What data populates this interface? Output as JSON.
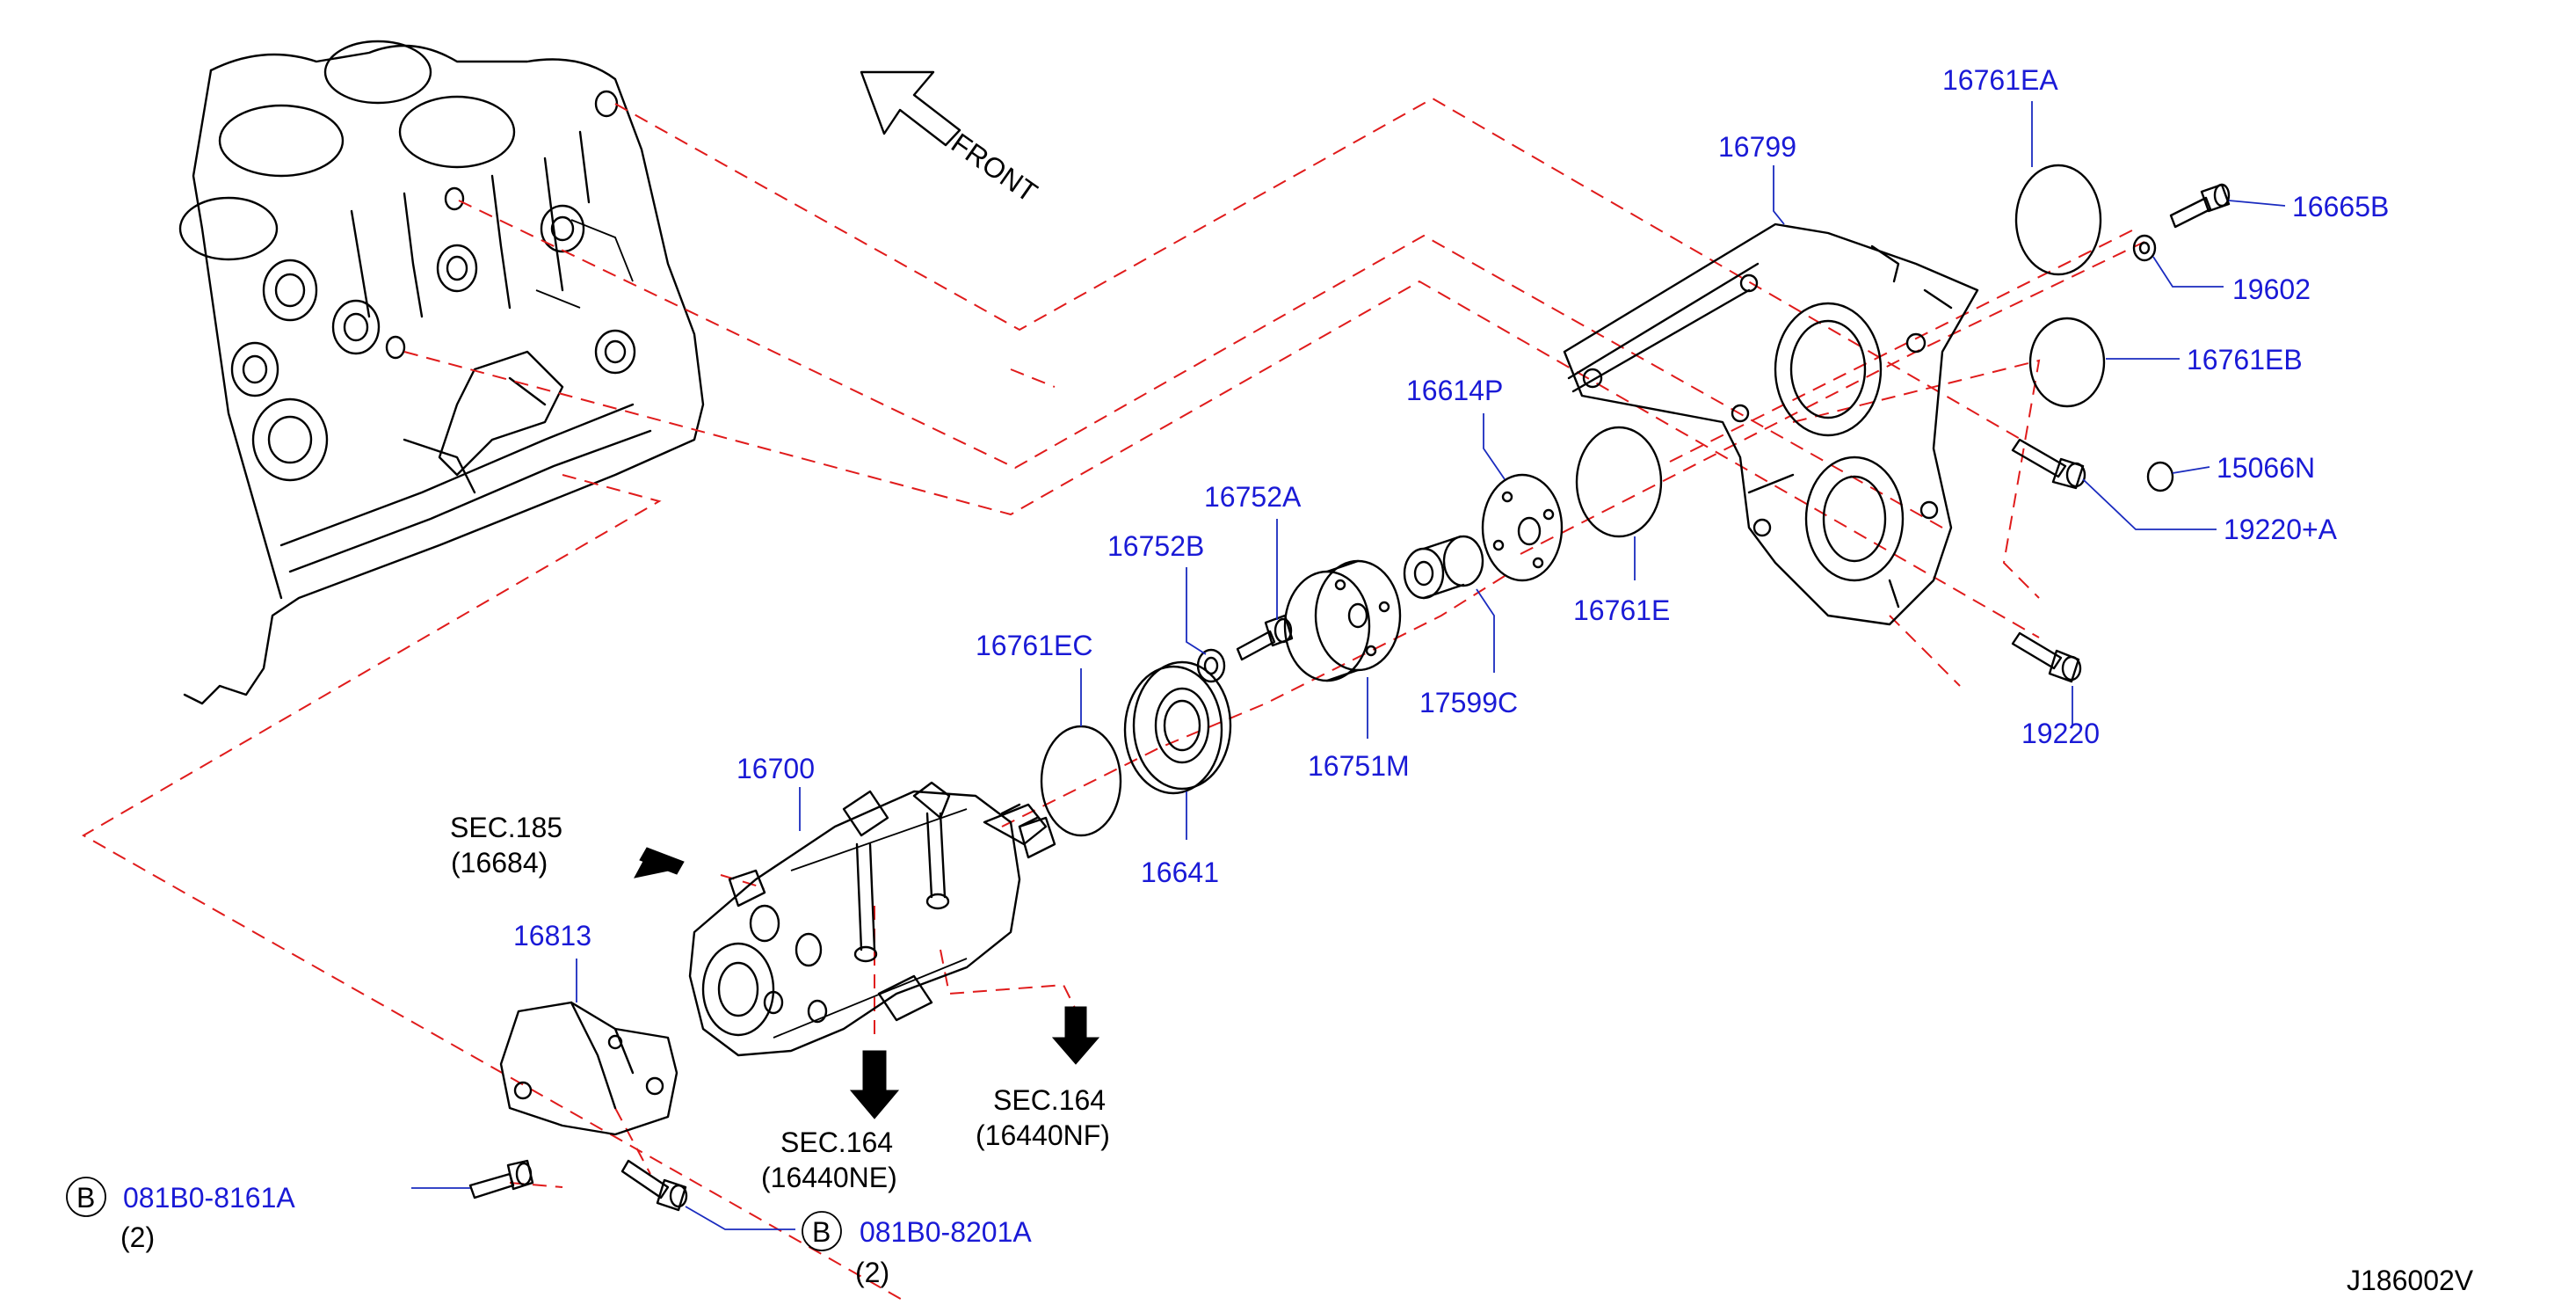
{
  "direction_label": "FRONT",
  "diagram_code": "J186002V",
  "colors": {
    "part_number": "#1a1ad6",
    "leader_line": "#1a2bbf",
    "mating_line": "#e01b1b",
    "drawing": "#000000",
    "reference_text": "#000000"
  },
  "parts": [
    {
      "key": "p16761EA",
      "number": "16761EA"
    },
    {
      "key": "p16799",
      "number": "16799"
    },
    {
      "key": "p16665B",
      "number": "16665B"
    },
    {
      "key": "p19602",
      "number": "19602"
    },
    {
      "key": "p16761EB",
      "number": "16761EB"
    },
    {
      "key": "p15066N",
      "number": "15066N"
    },
    {
      "key": "p19220A",
      "number": "19220+A"
    },
    {
      "key": "p19220",
      "number": "19220"
    },
    {
      "key": "p16614P",
      "number": "16614P"
    },
    {
      "key": "p16761E",
      "number": "16761E"
    },
    {
      "key": "p16752A",
      "number": "16752A"
    },
    {
      "key": "p16752B",
      "number": "16752B"
    },
    {
      "key": "p17599C",
      "number": "17599C"
    },
    {
      "key": "p16751M",
      "number": "16751M"
    },
    {
      "key": "p16761EC",
      "number": "16761EC"
    },
    {
      "key": "p16641",
      "number": "16641"
    },
    {
      "key": "p16700",
      "number": "16700"
    },
    {
      "key": "p16813",
      "number": "16813"
    }
  ],
  "bolts": [
    {
      "key": "b1",
      "marker": "B",
      "number": "081B0-8161A",
      "qty": "(2)"
    },
    {
      "key": "b2",
      "marker": "B",
      "number": "081B0-8201A",
      "qty": "(2)"
    }
  ],
  "references": [
    {
      "key": "sec185",
      "line1": "SEC.185",
      "line2": "(16684)"
    },
    {
      "key": "sec164ne",
      "line1": "SEC.164",
      "line2": "(16440NE)"
    },
    {
      "key": "sec164nf",
      "line1": "SEC.164",
      "line2": "(16440NF)"
    }
  ]
}
